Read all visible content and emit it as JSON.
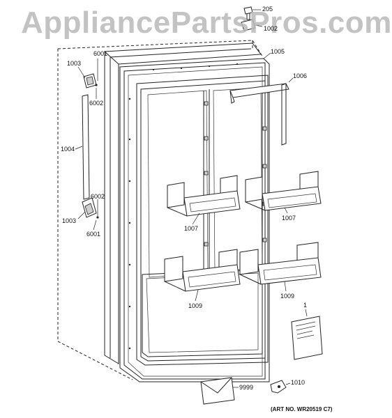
{
  "watermark": "AppliancePartsPros.com",
  "callouts": [
    {
      "id": "205",
      "text": "205"
    },
    {
      "id": "1002",
      "text": "1002"
    },
    {
      "id": "1005",
      "text": "1005"
    },
    {
      "id": "6001a",
      "text": "6001"
    },
    {
      "id": "1003a",
      "text": "1003"
    },
    {
      "id": "6002a",
      "text": "6002"
    },
    {
      "id": "1006",
      "text": "1006"
    },
    {
      "id": "1004",
      "text": "1004"
    },
    {
      "id": "6002b",
      "text": "6002"
    },
    {
      "id": "1003b",
      "text": "1003"
    },
    {
      "id": "6001b",
      "text": "6001"
    },
    {
      "id": "1007a",
      "text": "1007"
    },
    {
      "id": "1007b",
      "text": "1007"
    },
    {
      "id": "1009a",
      "text": "1009"
    },
    {
      "id": "1009b",
      "text": "1009"
    },
    {
      "id": "1",
      "text": "1"
    },
    {
      "id": "9999",
      "text": "9999"
    },
    {
      "id": "1010",
      "text": "1010"
    }
  ],
  "art_number": "(ART NO. WR20519 C7)"
}
